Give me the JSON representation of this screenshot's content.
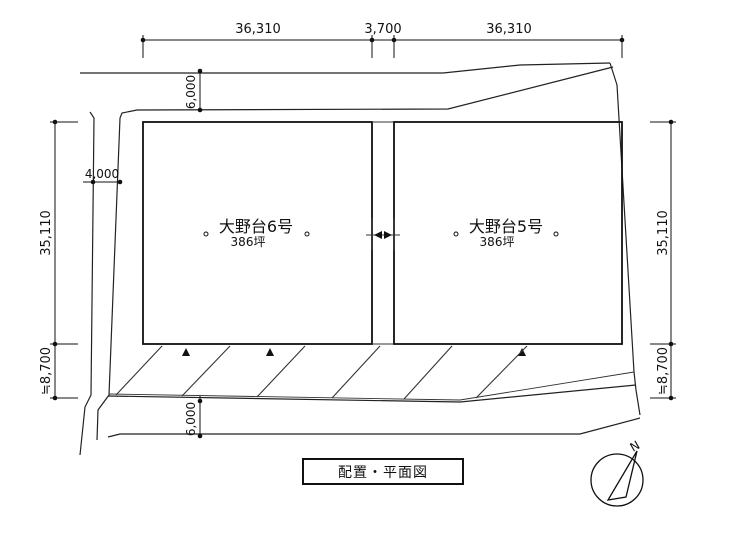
{
  "dimensions": {
    "top_left": "36,310",
    "top_mid": "3,700",
    "top_right": "36,310",
    "road_top": "6,000",
    "road_bottom": "6,000",
    "road_left": "4,000",
    "left_height": "35,110",
    "right_height": "35,110",
    "left_lower": "≒8,700",
    "right_lower": "≒8,700"
  },
  "lots": [
    {
      "name": "大野台6号",
      "area": "386坪"
    },
    {
      "name": "大野台5号",
      "area": "386坪"
    }
  ],
  "title": "配置・平面図",
  "compass_label": "N"
}
